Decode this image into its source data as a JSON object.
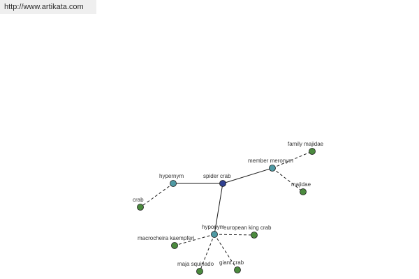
{
  "header": {
    "url_text": "http://www.artikata.com"
  },
  "colors": {
    "center_node": "#2f3f8f",
    "relation_node": "#4f9aa4",
    "leaf_node": "#4b8a3e",
    "edge": "#1a1a1a",
    "label": "#333333"
  },
  "graph": {
    "nodes": [
      {
        "id": "spider_crab",
        "label": "spider crab",
        "kind": "center"
      },
      {
        "id": "hypernym",
        "label": "hypernym",
        "kind": "relation"
      },
      {
        "id": "member_meronym",
        "label": "member meronym",
        "kind": "relation"
      },
      {
        "id": "hyponym",
        "label": "hyponym",
        "kind": "relation"
      },
      {
        "id": "crab",
        "label": "crab",
        "kind": "leaf"
      },
      {
        "id": "family_majidae",
        "label": "family majidae",
        "kind": "leaf"
      },
      {
        "id": "majidae",
        "label": "majidae",
        "kind": "leaf"
      },
      {
        "id": "european_king_crab",
        "label": "european king crab",
        "kind": "leaf"
      },
      {
        "id": "macrocheira_kaempferi",
        "label": "macrocheira kaempferi",
        "kind": "leaf"
      },
      {
        "id": "maja_squinado",
        "label": "maja squinado",
        "kind": "leaf"
      },
      {
        "id": "giant_crab",
        "label": "giant crab",
        "kind": "leaf"
      }
    ],
    "edges": [
      {
        "from": "spider_crab",
        "to": "hypernym",
        "style": "solid"
      },
      {
        "from": "spider_crab",
        "to": "member_meronym",
        "style": "solid"
      },
      {
        "from": "spider_crab",
        "to": "hyponym",
        "style": "solid"
      },
      {
        "from": "hypernym",
        "to": "crab",
        "style": "dashed"
      },
      {
        "from": "member_meronym",
        "to": "family_majidae",
        "style": "dashed"
      },
      {
        "from": "member_meronym",
        "to": "majidae",
        "style": "dashed"
      },
      {
        "from": "hyponym",
        "to": "european_king_crab",
        "style": "dashed"
      },
      {
        "from": "hyponym",
        "to": "macrocheira_kaempferi",
        "style": "dashed"
      },
      {
        "from": "hyponym",
        "to": "maja_squinado",
        "style": "dashed"
      },
      {
        "from": "hyponym",
        "to": "giant_crab",
        "style": "dashed"
      }
    ]
  }
}
